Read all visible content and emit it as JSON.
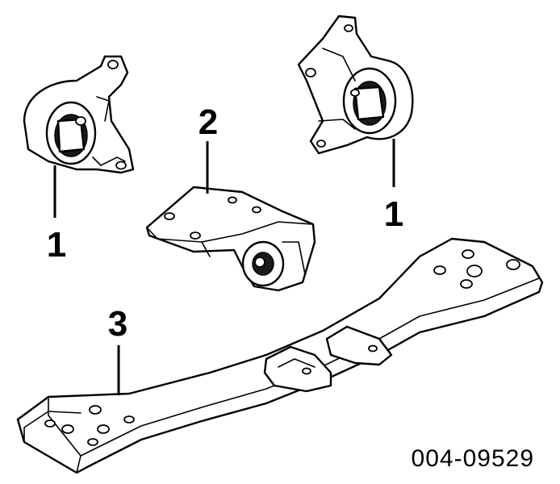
{
  "callouts": {
    "mount_left": "1",
    "mount_right": "1",
    "transmission_mount": "2",
    "crossmember": "3"
  },
  "figure_code": "004-09529",
  "colors": {
    "line": "#000000",
    "background": "#ffffff"
  }
}
